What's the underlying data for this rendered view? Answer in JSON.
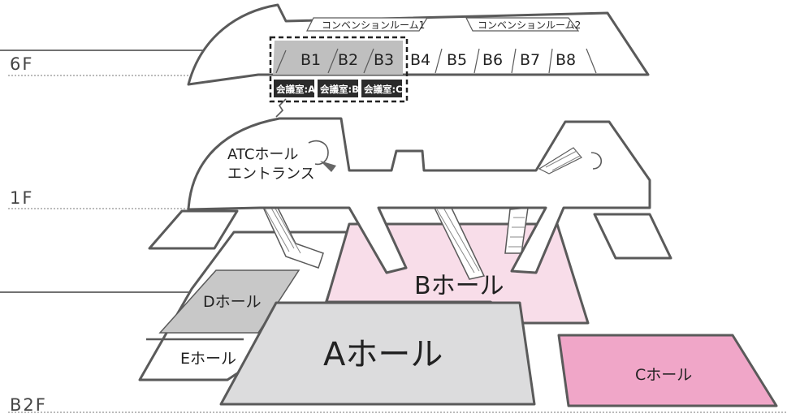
{
  "floors": {
    "f6": "6F",
    "f1": "1F",
    "b2": "B2F"
  },
  "convention_rooms": [
    "コンベンションルーム1",
    "コンベンションルーム2"
  ],
  "rooms_6f": [
    "B1",
    "B2",
    "B3",
    "B4",
    "B5",
    "B6",
    "B7",
    "B8"
  ],
  "meeting_rooms": [
    "会議室:A",
    "会議室:B",
    "会議室:C"
  ],
  "entrance": {
    "line1": "ATCホール",
    "line2": "エントランス"
  },
  "halls": {
    "a": "Aホール",
    "b": "Bホール",
    "c": "Cホール",
    "d": "Dホール",
    "e": "Eホール"
  },
  "colors": {
    "outline": "#5a5a5a",
    "hall_a": "#dcdcdd",
    "hall_b": "#f8dde9",
    "hall_c": "#f0a6c8",
    "hall_d": "#c8c8c8",
    "highlight": "#bfbfbf",
    "badge": "#2b2b2b"
  }
}
